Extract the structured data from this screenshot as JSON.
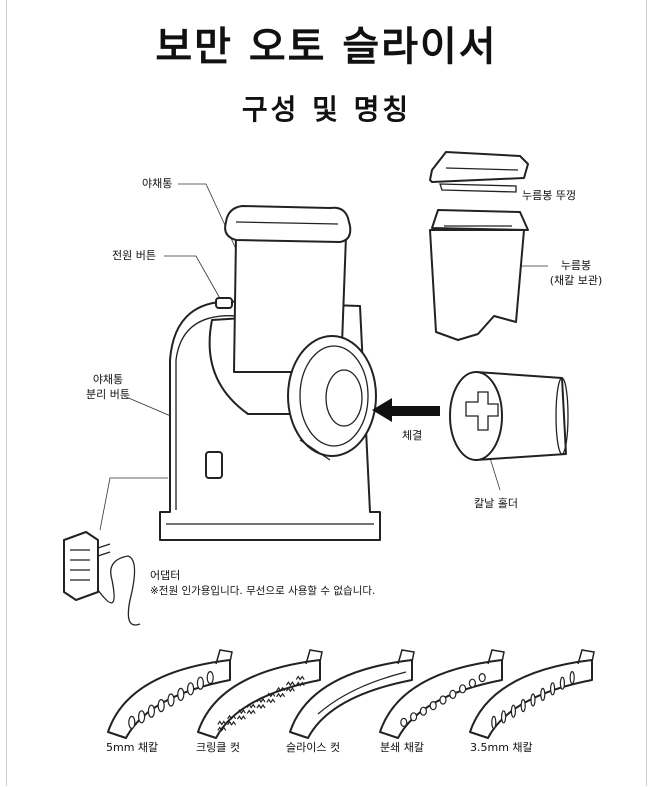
{
  "title": "보만 오토 슬라이서",
  "subtitle": "구성 및 명칭",
  "labels": {
    "vegetable_bin": "야채통",
    "power_button": "전원 버튼",
    "bin_release_line1": "야채통",
    "bin_release_line2": "분리 버튼",
    "pusher_lid": "누름봉 뚜껑",
    "pusher_line1": "누름봉",
    "pusher_line2": "(채칼 보관)",
    "assembly": "체결",
    "blade_holder": "칼날 홀더",
    "adapter": "어댑터",
    "adapter_note": "※전원 인가용입니다. 무선으로 사용할 수 없습니다."
  },
  "blades": [
    {
      "label": "5mm 채칼",
      "icon": "blade-5mm-icon"
    },
    {
      "label": "크링클 컷",
      "icon": "blade-crinkle-icon"
    },
    {
      "label": "슬라이스 컷",
      "icon": "blade-slice-icon"
    },
    {
      "label": "분쇄 채칼",
      "icon": "blade-grind-icon"
    },
    {
      "label": "3.5mm 채칼",
      "icon": "blade-3-5mm-icon"
    }
  ]
}
